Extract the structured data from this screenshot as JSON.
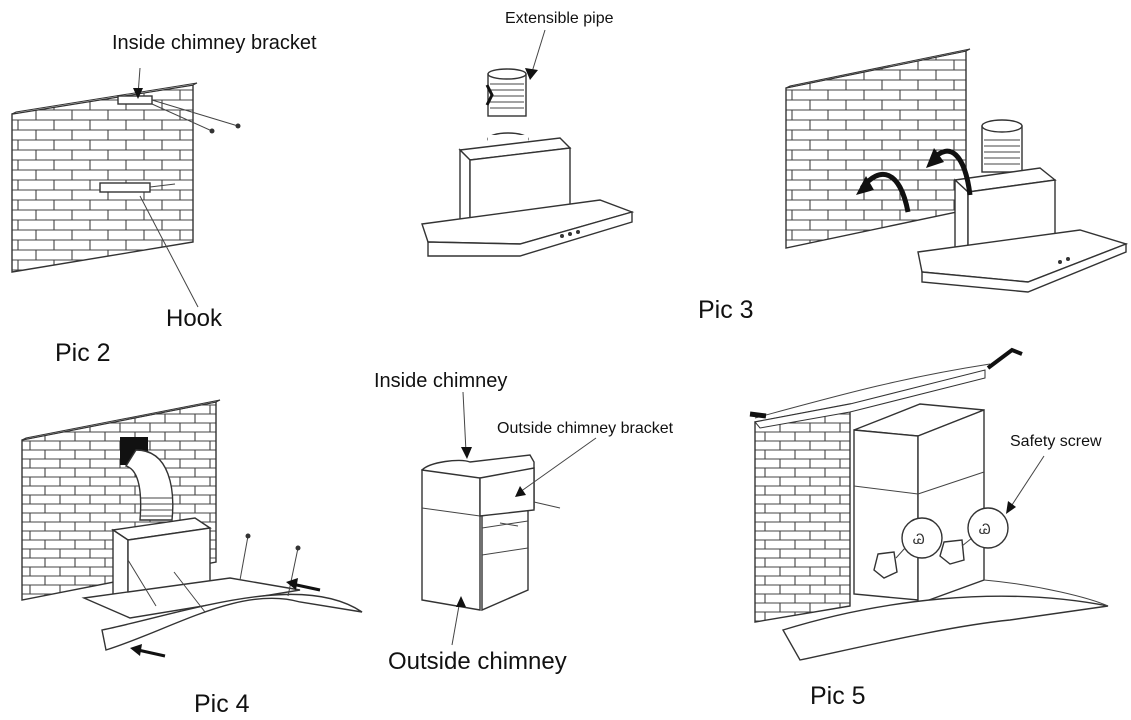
{
  "panels": {
    "pic2": {
      "caption": "Pic 2",
      "bracket_label": "Inside chimney bracket",
      "hook_label": "Hook"
    },
    "extensible": {
      "pipe_label": "Extensible pipe"
    },
    "pic3": {
      "caption": "Pic 3"
    },
    "pic4": {
      "caption": "Pic 4"
    },
    "chimney": {
      "inside_label": "Inside chimney",
      "bracket_label": "Outside chimney bracket",
      "outside_label": "Outside chimney"
    },
    "pic5": {
      "caption": "Pic 5",
      "screw_label": "Safety screw"
    }
  }
}
